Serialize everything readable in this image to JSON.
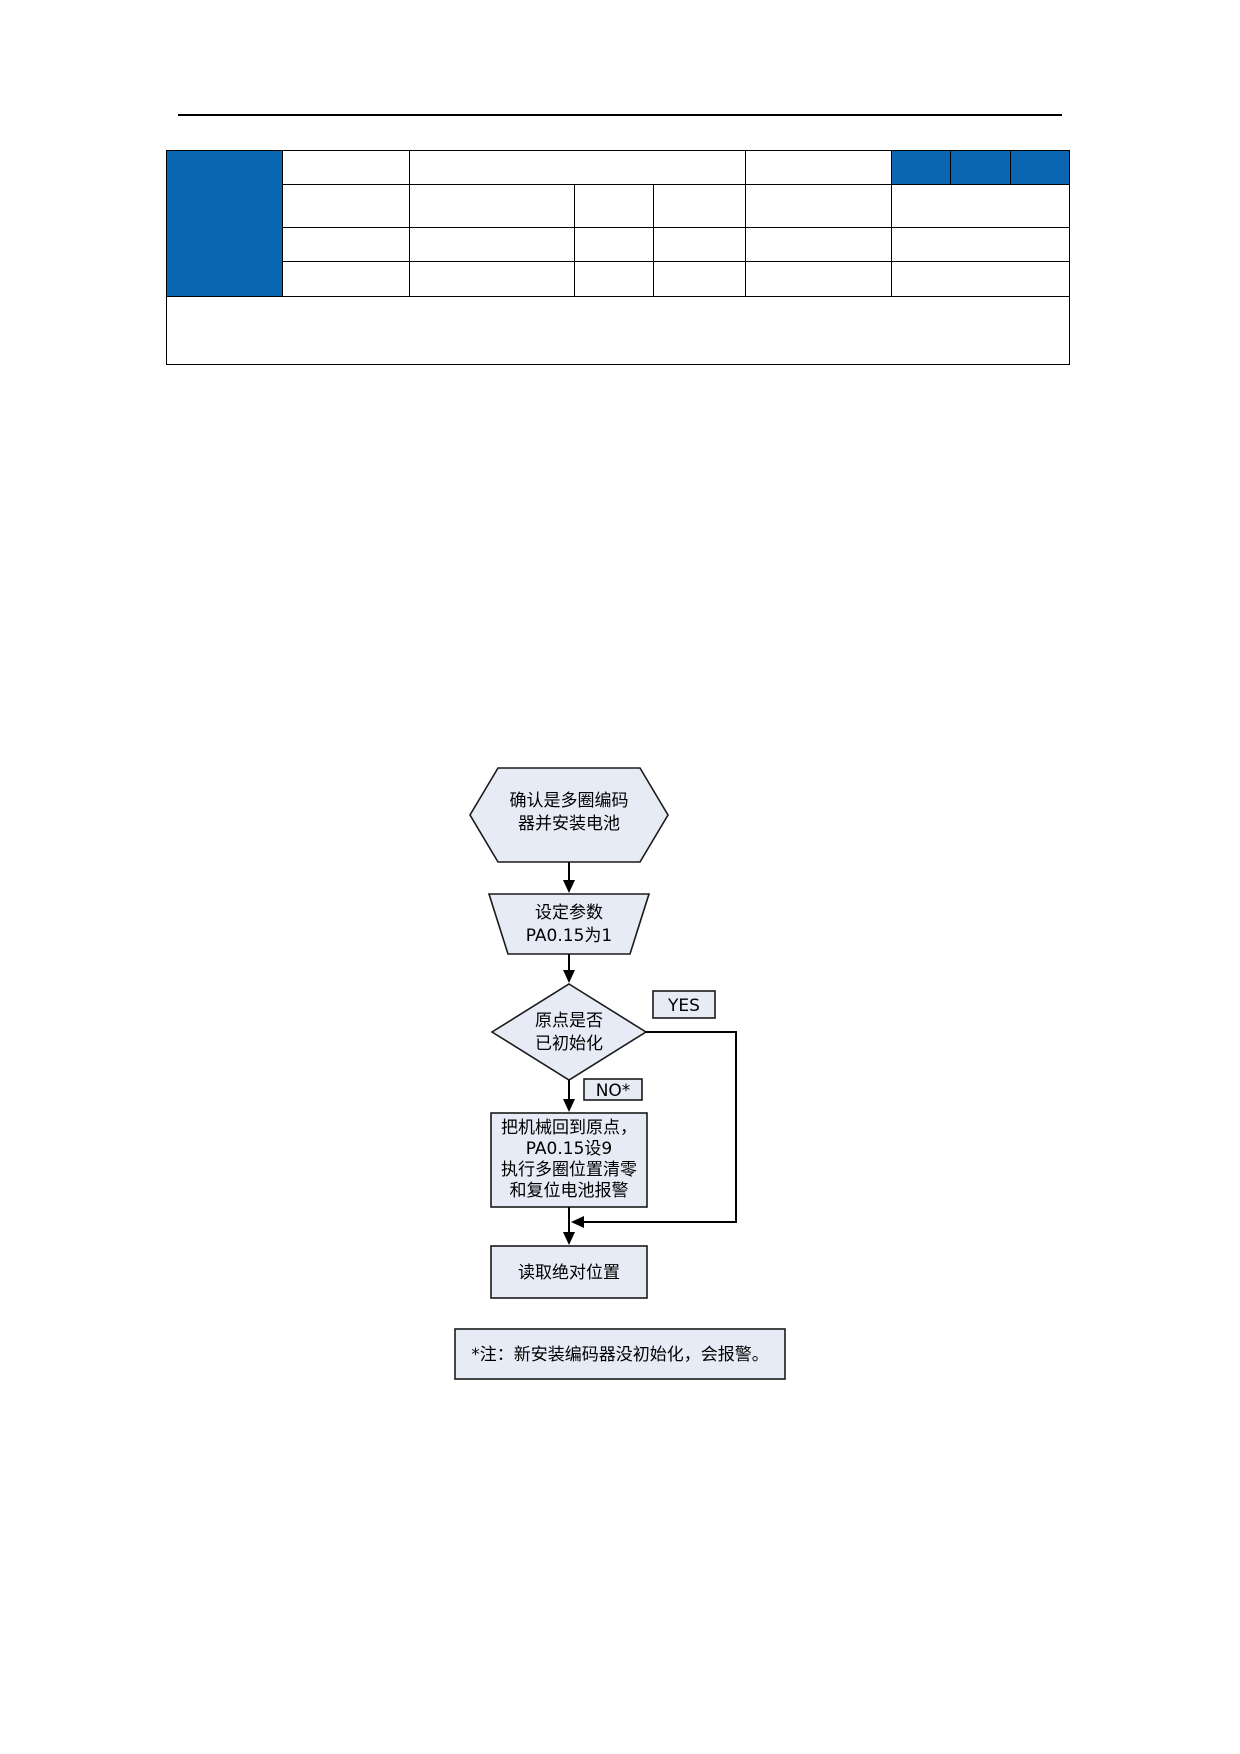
{
  "flowchart": {
    "start": {
      "lines": [
        "确认是多圈编码",
        "器并安装电池"
      ]
    },
    "set_param": {
      "lines": [
        "设定参数",
        "PA0.15为1"
      ]
    },
    "decision": {
      "lines": [
        "原点是否",
        "已初始化"
      ]
    },
    "yes_label": "YES",
    "no_label": "NO*",
    "process": {
      "lines": [
        "把机械回到原点，",
        "PA0.15设9",
        "执行多圈位置清零",
        "和复位电池报警"
      ]
    },
    "end": {
      "lines": [
        "读取绝对位置"
      ]
    }
  },
  "note": "*注：新安装编码器没初始化，会报警。",
  "colors": {
    "table_header_blue": "#0b66b2",
    "flow_box_fill": "#e6ebf5",
    "line": "#000000"
  }
}
